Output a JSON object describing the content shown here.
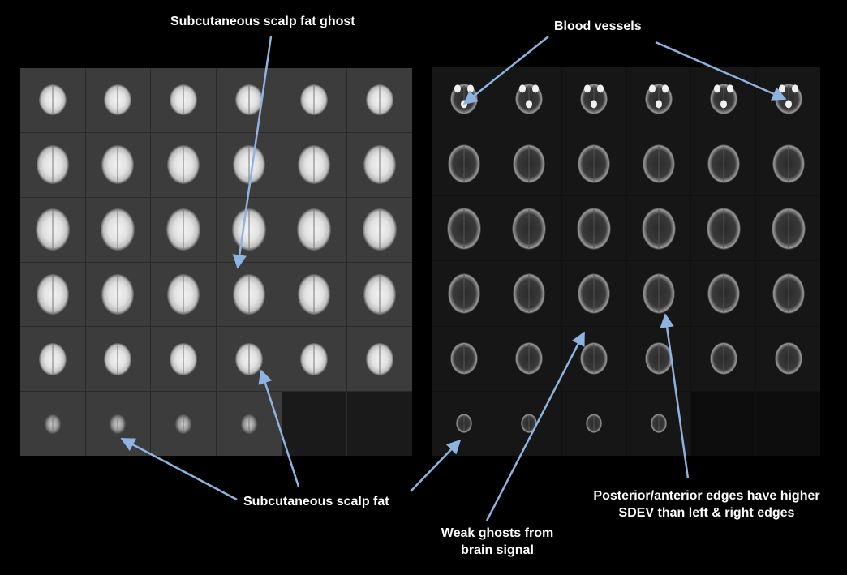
{
  "labels": {
    "scalp_fat_ghost": "Subcutaneous scalp fat ghost",
    "blood_vessels": "Blood vessels",
    "scalp_fat": "Subcutaneous scalp fat",
    "weak_ghosts_line1": "Weak ghosts from",
    "weak_ghosts_line2": "brain signal",
    "edges_line1": "Posterior/anterior edges have higher",
    "edges_line2": "SDEV than left & right edges"
  },
  "colors": {
    "arrow": "#8fb3e0",
    "text": "#ffffff",
    "background": "#000000"
  },
  "panels": {
    "left": {
      "rows": 6,
      "cols": 6,
      "filled_last_row": 4
    },
    "right": {
      "rows": 6,
      "cols": 6,
      "filled_last_row": 4
    }
  }
}
